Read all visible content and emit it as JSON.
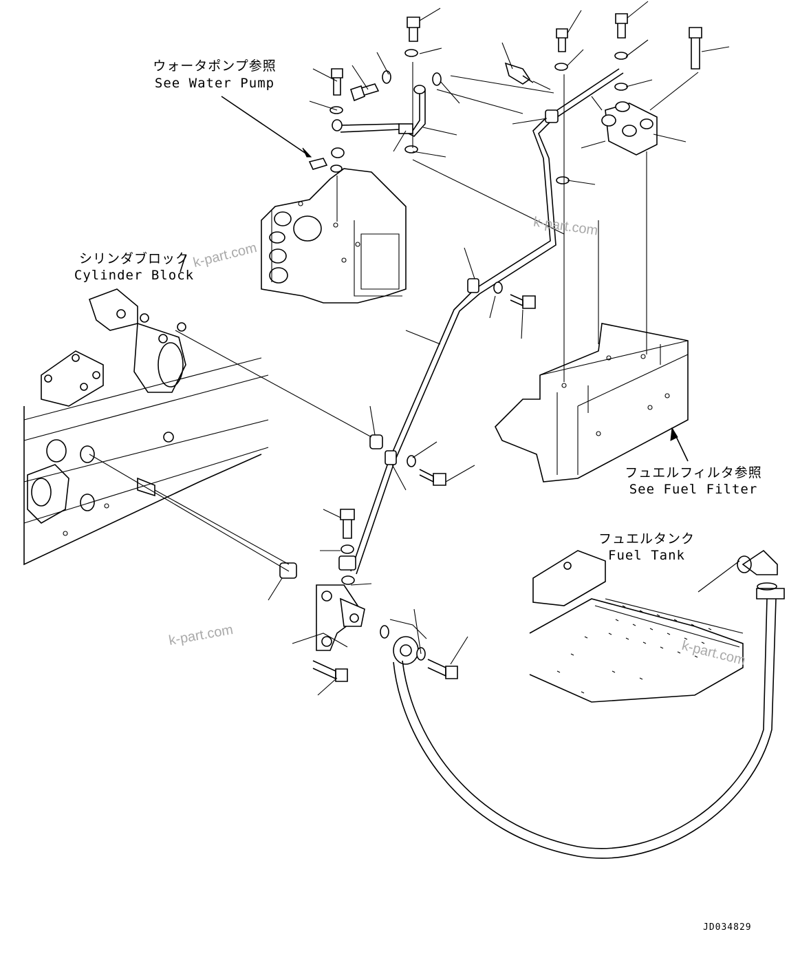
{
  "drawing": {
    "labels": {
      "water_pump_jp": "ウォータポンプ参照",
      "water_pump_en": "See Water Pump",
      "cylinder_block_jp": "シリンダブロック",
      "cylinder_block_en": "Cylinder Block",
      "fuel_filter_jp": "フュエルフィルタ参照",
      "fuel_filter_en": "See Fuel Filter",
      "fuel_tank_jp": "フュエルタンク",
      "fuel_tank_en": "Fuel Tank"
    },
    "watermark": "k-part.com",
    "drawing_code": "JD034829"
  }
}
